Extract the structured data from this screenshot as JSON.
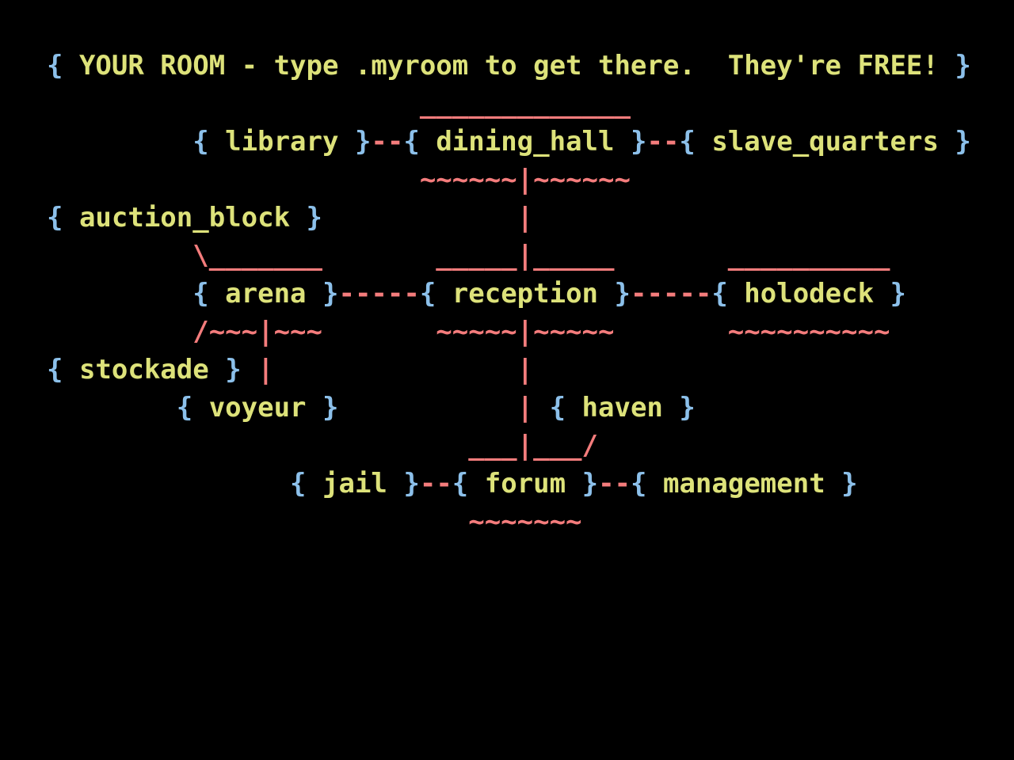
{
  "colors": {
    "b": "#8cc0ea",
    "y": "#dde27a",
    "r": "#f47c7c"
  },
  "rows": [
    [
      {
        "t": "{ ",
        "c": "b"
      },
      {
        "t": "YOUR ROOM - type .myroom to get there.  They're FREE!",
        "c": "y",
        "n": "your-room-hint"
      },
      {
        "t": " }",
        "c": "b"
      }
    ],
    [
      {
        "t": "                       ",
        "c": "b"
      },
      {
        "t": "_____________",
        "c": "r"
      }
    ],
    [
      {
        "t": "         { ",
        "c": "b"
      },
      {
        "t": "library",
        "c": "y",
        "n": "room-library"
      },
      {
        "t": " }",
        "c": "b"
      },
      {
        "t": "--",
        "c": "r"
      },
      {
        "t": "{ ",
        "c": "b"
      },
      {
        "t": "dining_hall",
        "c": "y",
        "n": "room-dining-hall"
      },
      {
        "t": " }",
        "c": "b"
      },
      {
        "t": "--",
        "c": "r"
      },
      {
        "t": "{ ",
        "c": "b"
      },
      {
        "t": "slave_quarters",
        "c": "y",
        "n": "room-slave-quarters"
      },
      {
        "t": " }",
        "c": "b"
      }
    ],
    [
      {
        "t": "                       ",
        "c": "b"
      },
      {
        "t": "~~~~~~|~~~~~~",
        "c": "r"
      }
    ],
    [
      {
        "t": "{ ",
        "c": "b"
      },
      {
        "t": "auction_block",
        "c": "y",
        "n": "room-auction-block"
      },
      {
        "t": " }            ",
        "c": "b"
      },
      {
        "t": "|",
        "c": "r"
      }
    ],
    [
      {
        "t": "         ",
        "c": "b"
      },
      {
        "t": "\\_______       _____|_____       __________",
        "c": "r"
      }
    ],
    [
      {
        "t": "         { ",
        "c": "b"
      },
      {
        "t": "arena",
        "c": "y",
        "n": "room-arena"
      },
      {
        "t": " }",
        "c": "b"
      },
      {
        "t": "-----",
        "c": "r"
      },
      {
        "t": "{ ",
        "c": "b"
      },
      {
        "t": "reception",
        "c": "y",
        "n": "room-reception"
      },
      {
        "t": " }",
        "c": "b"
      },
      {
        "t": "-----",
        "c": "r"
      },
      {
        "t": "{ ",
        "c": "b"
      },
      {
        "t": "holodeck",
        "c": "y",
        "n": "room-holodeck"
      },
      {
        "t": " }",
        "c": "b"
      }
    ],
    [
      {
        "t": "         ",
        "c": "b"
      },
      {
        "t": "/~~~|~~~       ~~~~~|~~~~~       ~~~~~~~~~~",
        "c": "r"
      }
    ],
    [
      {
        "t": "{ ",
        "c": "b"
      },
      {
        "t": "stockade",
        "c": "y",
        "n": "room-stockade"
      },
      {
        "t": " } ",
        "c": "b"
      },
      {
        "t": "|               |",
        "c": "r"
      }
    ],
    [
      {
        "t": "        { ",
        "c": "b"
      },
      {
        "t": "voyeur",
        "c": "y",
        "n": "room-voyeur"
      },
      {
        "t": " }           ",
        "c": "b"
      },
      {
        "t": "|",
        "c": "r"
      },
      {
        "t": " { ",
        "c": "b"
      },
      {
        "t": "haven",
        "c": "y",
        "n": "room-haven"
      },
      {
        "t": " }",
        "c": "b"
      }
    ],
    [
      {
        "t": "                          ",
        "c": "b"
      },
      {
        "t": "___|___/",
        "c": "r"
      }
    ],
    [
      {
        "t": "               { ",
        "c": "b"
      },
      {
        "t": "jail",
        "c": "y",
        "n": "room-jail"
      },
      {
        "t": " }",
        "c": "b"
      },
      {
        "t": "--",
        "c": "r"
      },
      {
        "t": "{ ",
        "c": "b"
      },
      {
        "t": "forum",
        "c": "y",
        "n": "room-forum"
      },
      {
        "t": " }",
        "c": "b"
      },
      {
        "t": "--",
        "c": "r"
      },
      {
        "t": "{ ",
        "c": "b"
      },
      {
        "t": "management",
        "c": "y",
        "n": "room-management"
      },
      {
        "t": " }",
        "c": "b"
      }
    ],
    [
      {
        "t": "                          ",
        "c": "b"
      },
      {
        "t": "~~~~~~~",
        "c": "r"
      }
    ]
  ]
}
